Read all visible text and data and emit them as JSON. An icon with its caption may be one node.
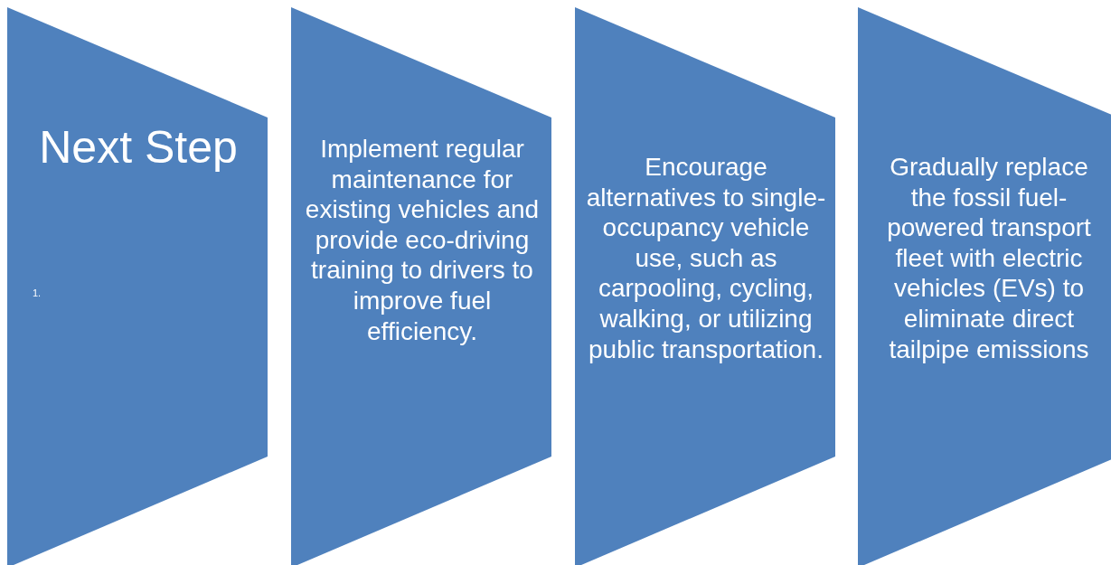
{
  "diagram": {
    "nodes": [
      {
        "text": [
          "Next Step",
          "1."
        ]
      },
      {
        "text": [
          "Implement regular maintenance for existing vehicles and provide eco-driving training to drivers to improve fuel efficiency."
        ]
      },
      {
        "text": [
          "Encourage alternatives to single-occupancy vehicle use, such as carpooling, cycling, walking, or utilizing public transportation."
        ]
      },
      {
        "text": [
          "Gradually replace the fossil fuel-powered transport fleet with electric vehicles (EVs) to eliminate direct tailpipe emissions"
        ]
      }
    ],
    "edges": []
  }
}
